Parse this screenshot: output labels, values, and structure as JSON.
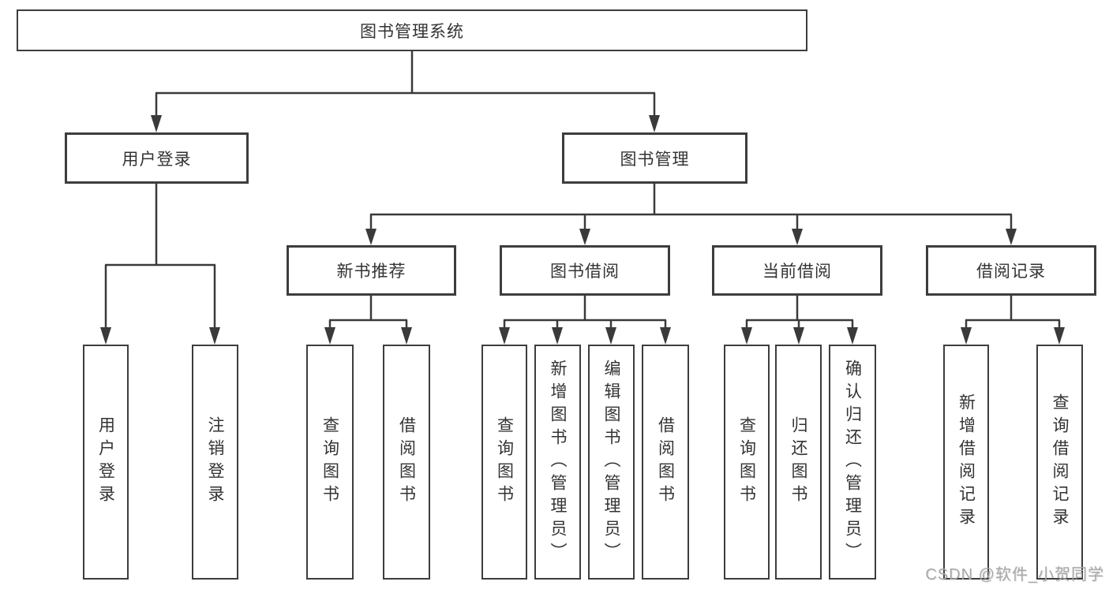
{
  "diagram": {
    "title": "图书管理系统",
    "nodes": {
      "root": {
        "label": "图书管理系统"
      },
      "level2": [
        {
          "label": "用户登录"
        },
        {
          "label": "图书管理"
        }
      ],
      "level3": [
        {
          "label": "新书推荐",
          "parent": "图书管理"
        },
        {
          "label": "图书借阅",
          "parent": "图书管理"
        },
        {
          "label": "当前借阅",
          "parent": "图书管理"
        },
        {
          "label": "借阅记录",
          "parent": "图书管理"
        }
      ],
      "leaves": [
        {
          "label": "用户登录",
          "parent": "用户登录"
        },
        {
          "label": "注销登录",
          "parent": "用户登录"
        },
        {
          "label": "查询图书",
          "parent": "新书推荐"
        },
        {
          "label": "借阅图书",
          "parent": "新书推荐"
        },
        {
          "label": "查询图书",
          "parent": "图书借阅"
        },
        {
          "label": "新增图书（管理员）",
          "parent": "图书借阅"
        },
        {
          "label": "编辑图书（管理员）",
          "parent": "图书借阅"
        },
        {
          "label": "借阅图书",
          "parent": "图书借阅"
        },
        {
          "label": "查询图书",
          "parent": "当前借阅"
        },
        {
          "label": "归还图书",
          "parent": "当前借阅"
        },
        {
          "label": "确认归还（管理员）",
          "parent": "当前借阅"
        },
        {
          "label": "新增借阅记录",
          "parent": "借阅记录"
        },
        {
          "label": "查询借阅记录",
          "parent": "借阅记录"
        }
      ]
    },
    "colors": {
      "line": "#3a3a3a",
      "border": "#3d3d3d",
      "text": "#333333",
      "background": "#ffffff",
      "watermark": "#a9a9a9"
    }
  },
  "watermark": {
    "text": "CSDN @软件_小贺同学"
  }
}
